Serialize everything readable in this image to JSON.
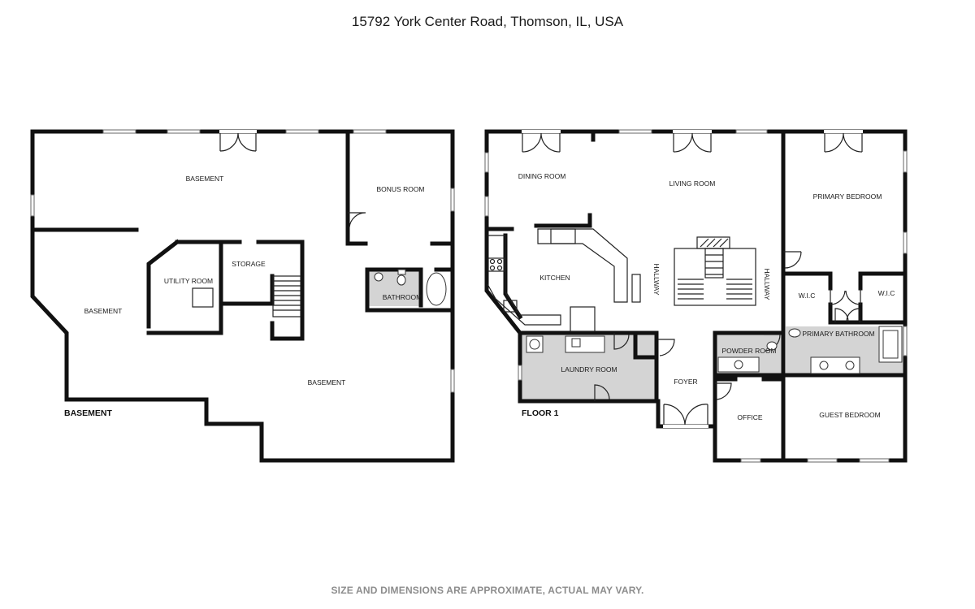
{
  "header": {
    "address": "15792 York Center Road, Thomson, IL, USA"
  },
  "footer": {
    "disclaimer": "SIZE AND DIMENSIONS ARE APPROXIMATE, ACTUAL MAY VARY."
  },
  "basement": {
    "floor_label": "BASEMENT",
    "rooms": {
      "basement_north": "BASEMENT",
      "bonus_room": "BONUS ROOM",
      "storage": "STORAGE",
      "utility_room": "UTILITY ROOM",
      "basement_west": "BASEMENT",
      "bathroom": "BATHROOM",
      "basement_south": "BASEMENT"
    }
  },
  "floor1": {
    "floor_label": "FLOOR 1",
    "rooms": {
      "dining_room": "DINING ROOM",
      "living_room": "LIVING ROOM",
      "primary_bedroom": "PRIMARY BEDROOM",
      "kitchen": "KITCHEN",
      "hallway_1": "HALLWAY",
      "hallway_2": "HALLWAY",
      "wic_1": "W.I.C",
      "wic_2": "W.I.C",
      "primary_bathroom": "PRIMARY BATHROOM",
      "powder_room": "POWDER ROOM",
      "laundry_room": "LAUNDRY ROOM",
      "foyer": "FOYER",
      "office": "OFFICE",
      "guest_bedroom": "GUEST BEDROOM"
    }
  },
  "colors": {
    "wall": "#111111",
    "wet_area_fill": "#d4d4d4",
    "disclaimer": "#8c8c8c"
  }
}
